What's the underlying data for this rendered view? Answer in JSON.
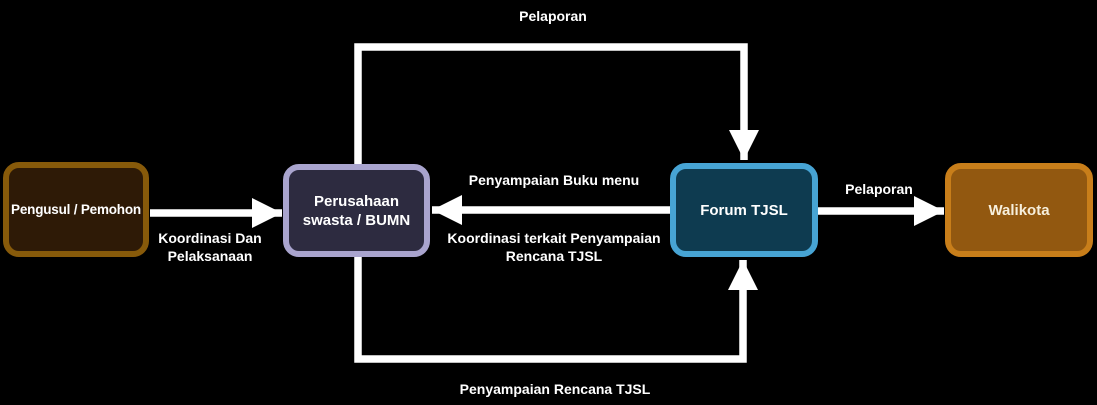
{
  "diagram": {
    "title": "TJSL coordination flowchart",
    "background": "#000000",
    "arrow_color": "#ffffff",
    "nodes": {
      "pengusul": {
        "label": "Pengusul / Pemohon",
        "fill": "#2E1A06",
        "border": "#875A0A",
        "text_color": "#ffffff"
      },
      "perusahaan": {
        "line1": "Perusahaan",
        "line2": "swasta / BUMN",
        "fill": "#2D2B40",
        "border": "#A9A4CE",
        "text_color": "#ffffff"
      },
      "forum": {
        "label": "Forum TJSL",
        "fill": "#0E3B50",
        "border": "#47A4D4",
        "text_color": "#ffffff"
      },
      "walikota": {
        "label": "Walikota",
        "fill": "#925810",
        "border": "#C87E1A",
        "text_color": "#F7EFDC"
      }
    },
    "edges": {
      "pelaporan_top": {
        "label": "Pelaporan"
      },
      "penyampaian_buku_menu": {
        "label": "Penyampaian Buku menu"
      },
      "koordinasi_terkait": {
        "line1": "Koordinasi terkait Penyampaian",
        "line2": "Rencana TJSL"
      },
      "koordinasi_dan_pelaksanaan": {
        "line1": "Koordinasi Dan",
        "line2": "Pelaksanaan"
      },
      "pelaporan_to_walikota": {
        "label": "Pelaporan"
      },
      "penyampaian_rencana": {
        "label": "Penyampaian Rencana TJSL"
      }
    }
  }
}
